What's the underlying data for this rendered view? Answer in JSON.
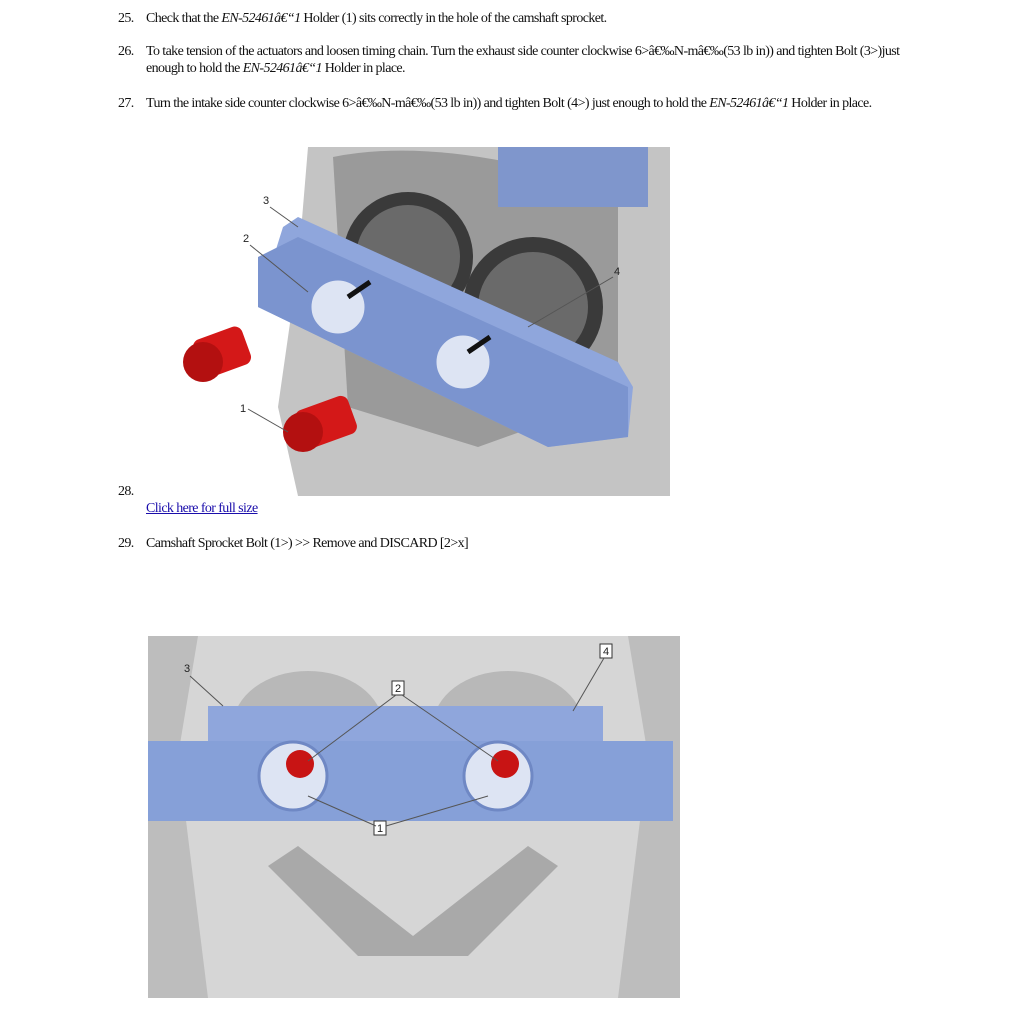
{
  "steps": [
    {
      "num": "25.",
      "pre": "Check that the ",
      "tool": "EN-52461â€“1",
      "post": " Holder (1) sits correctly in the hole of the camshaft sprocket."
    },
    {
      "num": "26.",
      "pre": "To take tension of the actuators and loosen timing chain. Turn the exhaust side counter clockwise 6>â€‰N-mâ€‰(53 lb in)) and tighten Bolt (3>)just enough to hold the ",
      "tool": "EN-52461â€“1",
      "post": " Holder in place."
    },
    {
      "num": "27.",
      "pre": "Turn the intake side counter clockwise 6>â€‰N-mâ€‰(53 lb in)) and tighten Bolt (4>) just enough to hold the ",
      "tool": "EN-52461â€“1",
      "post": " Holder in place."
    },
    {
      "num": "28."
    },
    {
      "num": "29.",
      "pre": "Camshaft Sprocket Bolt (1>) >> Remove and DISCARD [2>x]"
    }
  ],
  "link": {
    "label": "Click here for full size"
  },
  "figure1": {
    "callouts": [
      "3",
      "2",
      "4",
      "1"
    ]
  },
  "figure2": {
    "callouts": [
      "3",
      "2",
      "4",
      "1"
    ]
  },
  "colors": {
    "holder": "#8fa6dc",
    "bolt": "#d41818",
    "engine": "#c9c9c9",
    "link": "#1a0dab"
  }
}
